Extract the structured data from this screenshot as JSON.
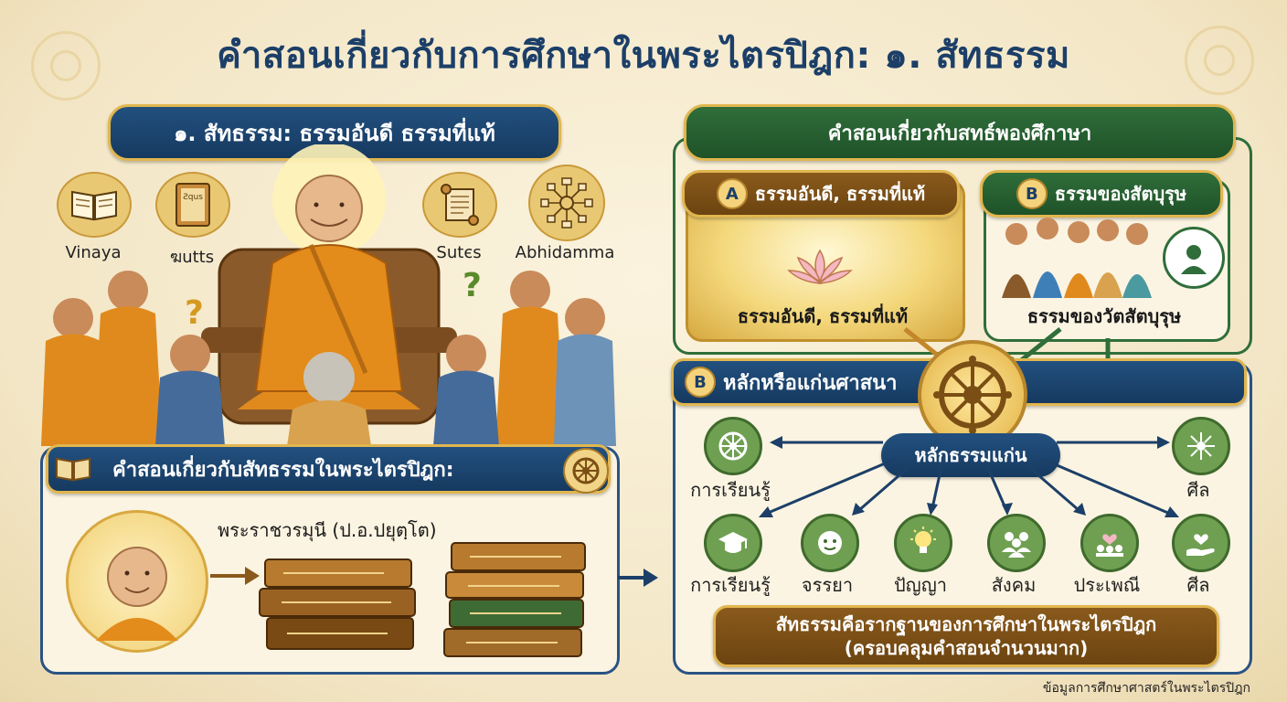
{
  "title": "คำสอนเกี่ยวกับการศึกษาในพระไตรปิฎก: ๑. สัทธรรม",
  "left": {
    "header": "๑. สัทธรรม: ธรรมอันดี ธรรมที่แท้",
    "icons": [
      {
        "label": "Vinaya",
        "icon": "open-book-icon"
      },
      {
        "label": "ฆutts",
        "icon": "scripture-book-icon",
        "caption": "Ƨqus"
      },
      {
        "label": "Sutєs",
        "icon": "scroll-icon"
      },
      {
        "label": "Abhidamma",
        "icon": "network-diagram-icon"
      }
    ],
    "bottom_header": "คำสอนเกี่ยวกับสัทธรรมในพระไตรปิฎก:",
    "author": "พระราชวรมุนี (ป.อ.ปยุตฺโต)"
  },
  "right": {
    "header": "คำสอนเกี่ยวกับสทธ์พองศึกาษา",
    "card_a": {
      "badge": "A",
      "title": "ธรรมอันดี, ธรรมที่แท้",
      "caption": "ธรรมอันดี, ธรรมที่แท้"
    },
    "card_b": {
      "badge": "B",
      "title": "ธรรมของสัตบุรุษ",
      "caption": "ธรรมของวัตสัตบุรุษ"
    },
    "section_b": {
      "badge": "B",
      "title": "หลักหรือแก่นศาสนา",
      "center_label": "หลักธรรมแก่น"
    },
    "items": [
      {
        "label": "การเรียนรู้",
        "icon": "dharma-wheel-icon"
      },
      {
        "label": "ศีล",
        "icon": "network-icon"
      },
      {
        "label": "การเรียนรู้",
        "icon": "graduation-cap-icon"
      },
      {
        "label": "จรรยา",
        "icon": "face-icon"
      },
      {
        "label": "ปัญญา",
        "icon": "lightbulb-icon"
      },
      {
        "label": "สังคม",
        "icon": "people-group-icon"
      },
      {
        "label": "ประเพณี",
        "icon": "community-heart-icon"
      },
      {
        "label": "ศีล",
        "icon": "hand-heart-icon"
      }
    ],
    "conclusion_line1": "สัทธรรมคือรากฐานของการศึกษาในพระไตรปิฎก",
    "conclusion_line2": "(ครอบคลุมคำสอนจำนวนมาก)"
  },
  "footer": "ข้อมูลการศึกษาศาสตร์ในพระไตรปิฎก",
  "colors": {
    "navy": "#1c3f68",
    "green": "#2f6e3a",
    "gold": "#e1b64f",
    "brown": "#7a4e14",
    "robe": "#e08a1e"
  }
}
